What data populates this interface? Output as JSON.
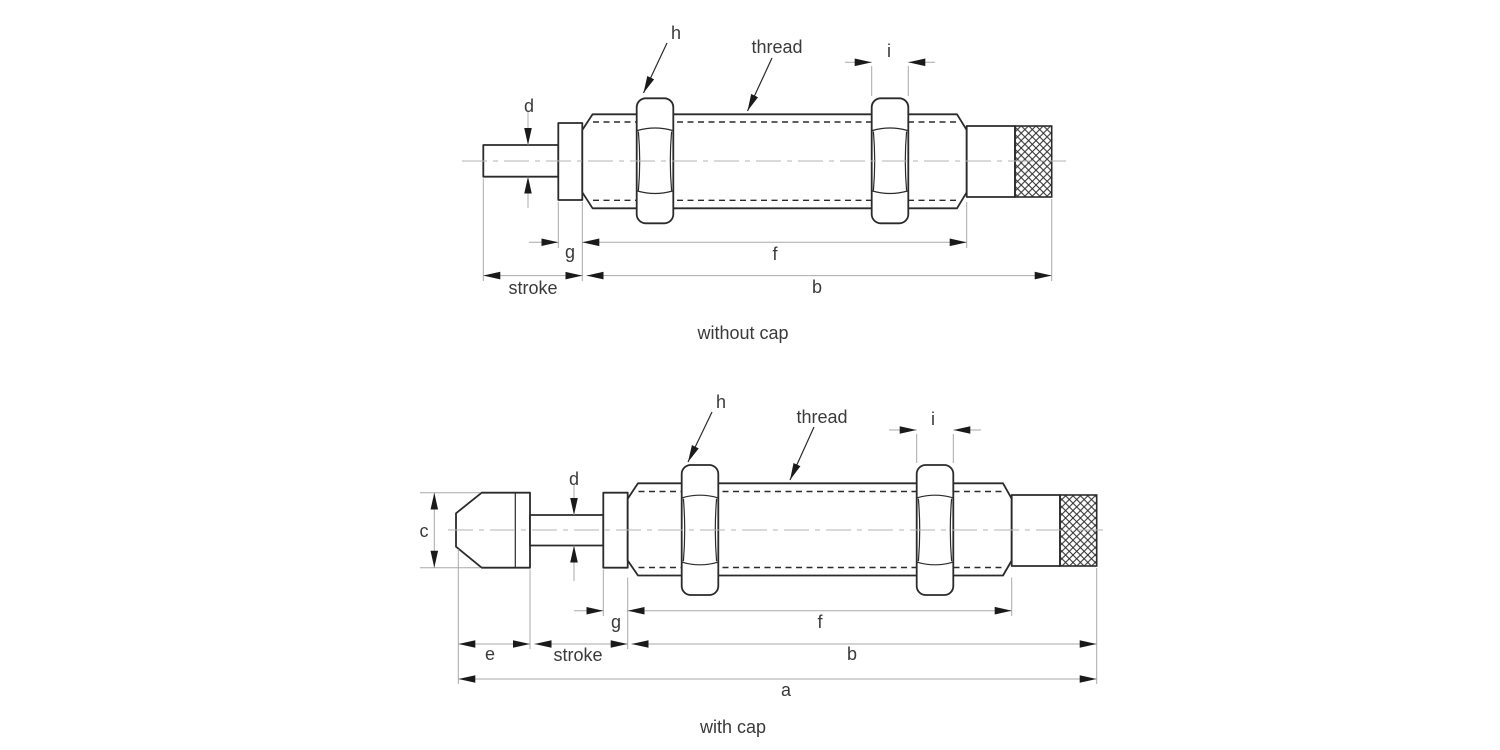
{
  "colors": {
    "background": "#ffffff",
    "outline": "#2b2b2b",
    "dim_line": "#a9a9a9",
    "centerline": "#b3b3b3",
    "arrow": "#1a1a1a",
    "text": "#3a3a3a"
  },
  "views": {
    "top": {
      "caption": "without cap",
      "labels": {
        "d": "d",
        "h": "h",
        "thread": "thread",
        "i": "i",
        "g": "g",
        "f": "f",
        "stroke": "stroke",
        "b": "b"
      }
    },
    "bottom": {
      "caption": "with cap",
      "labels": {
        "c": "c",
        "d": "d",
        "h": "h",
        "thread": "thread",
        "i": "i",
        "g": "g",
        "f": "f",
        "e": "e",
        "stroke": "stroke",
        "b": "b",
        "a": "a"
      }
    }
  }
}
